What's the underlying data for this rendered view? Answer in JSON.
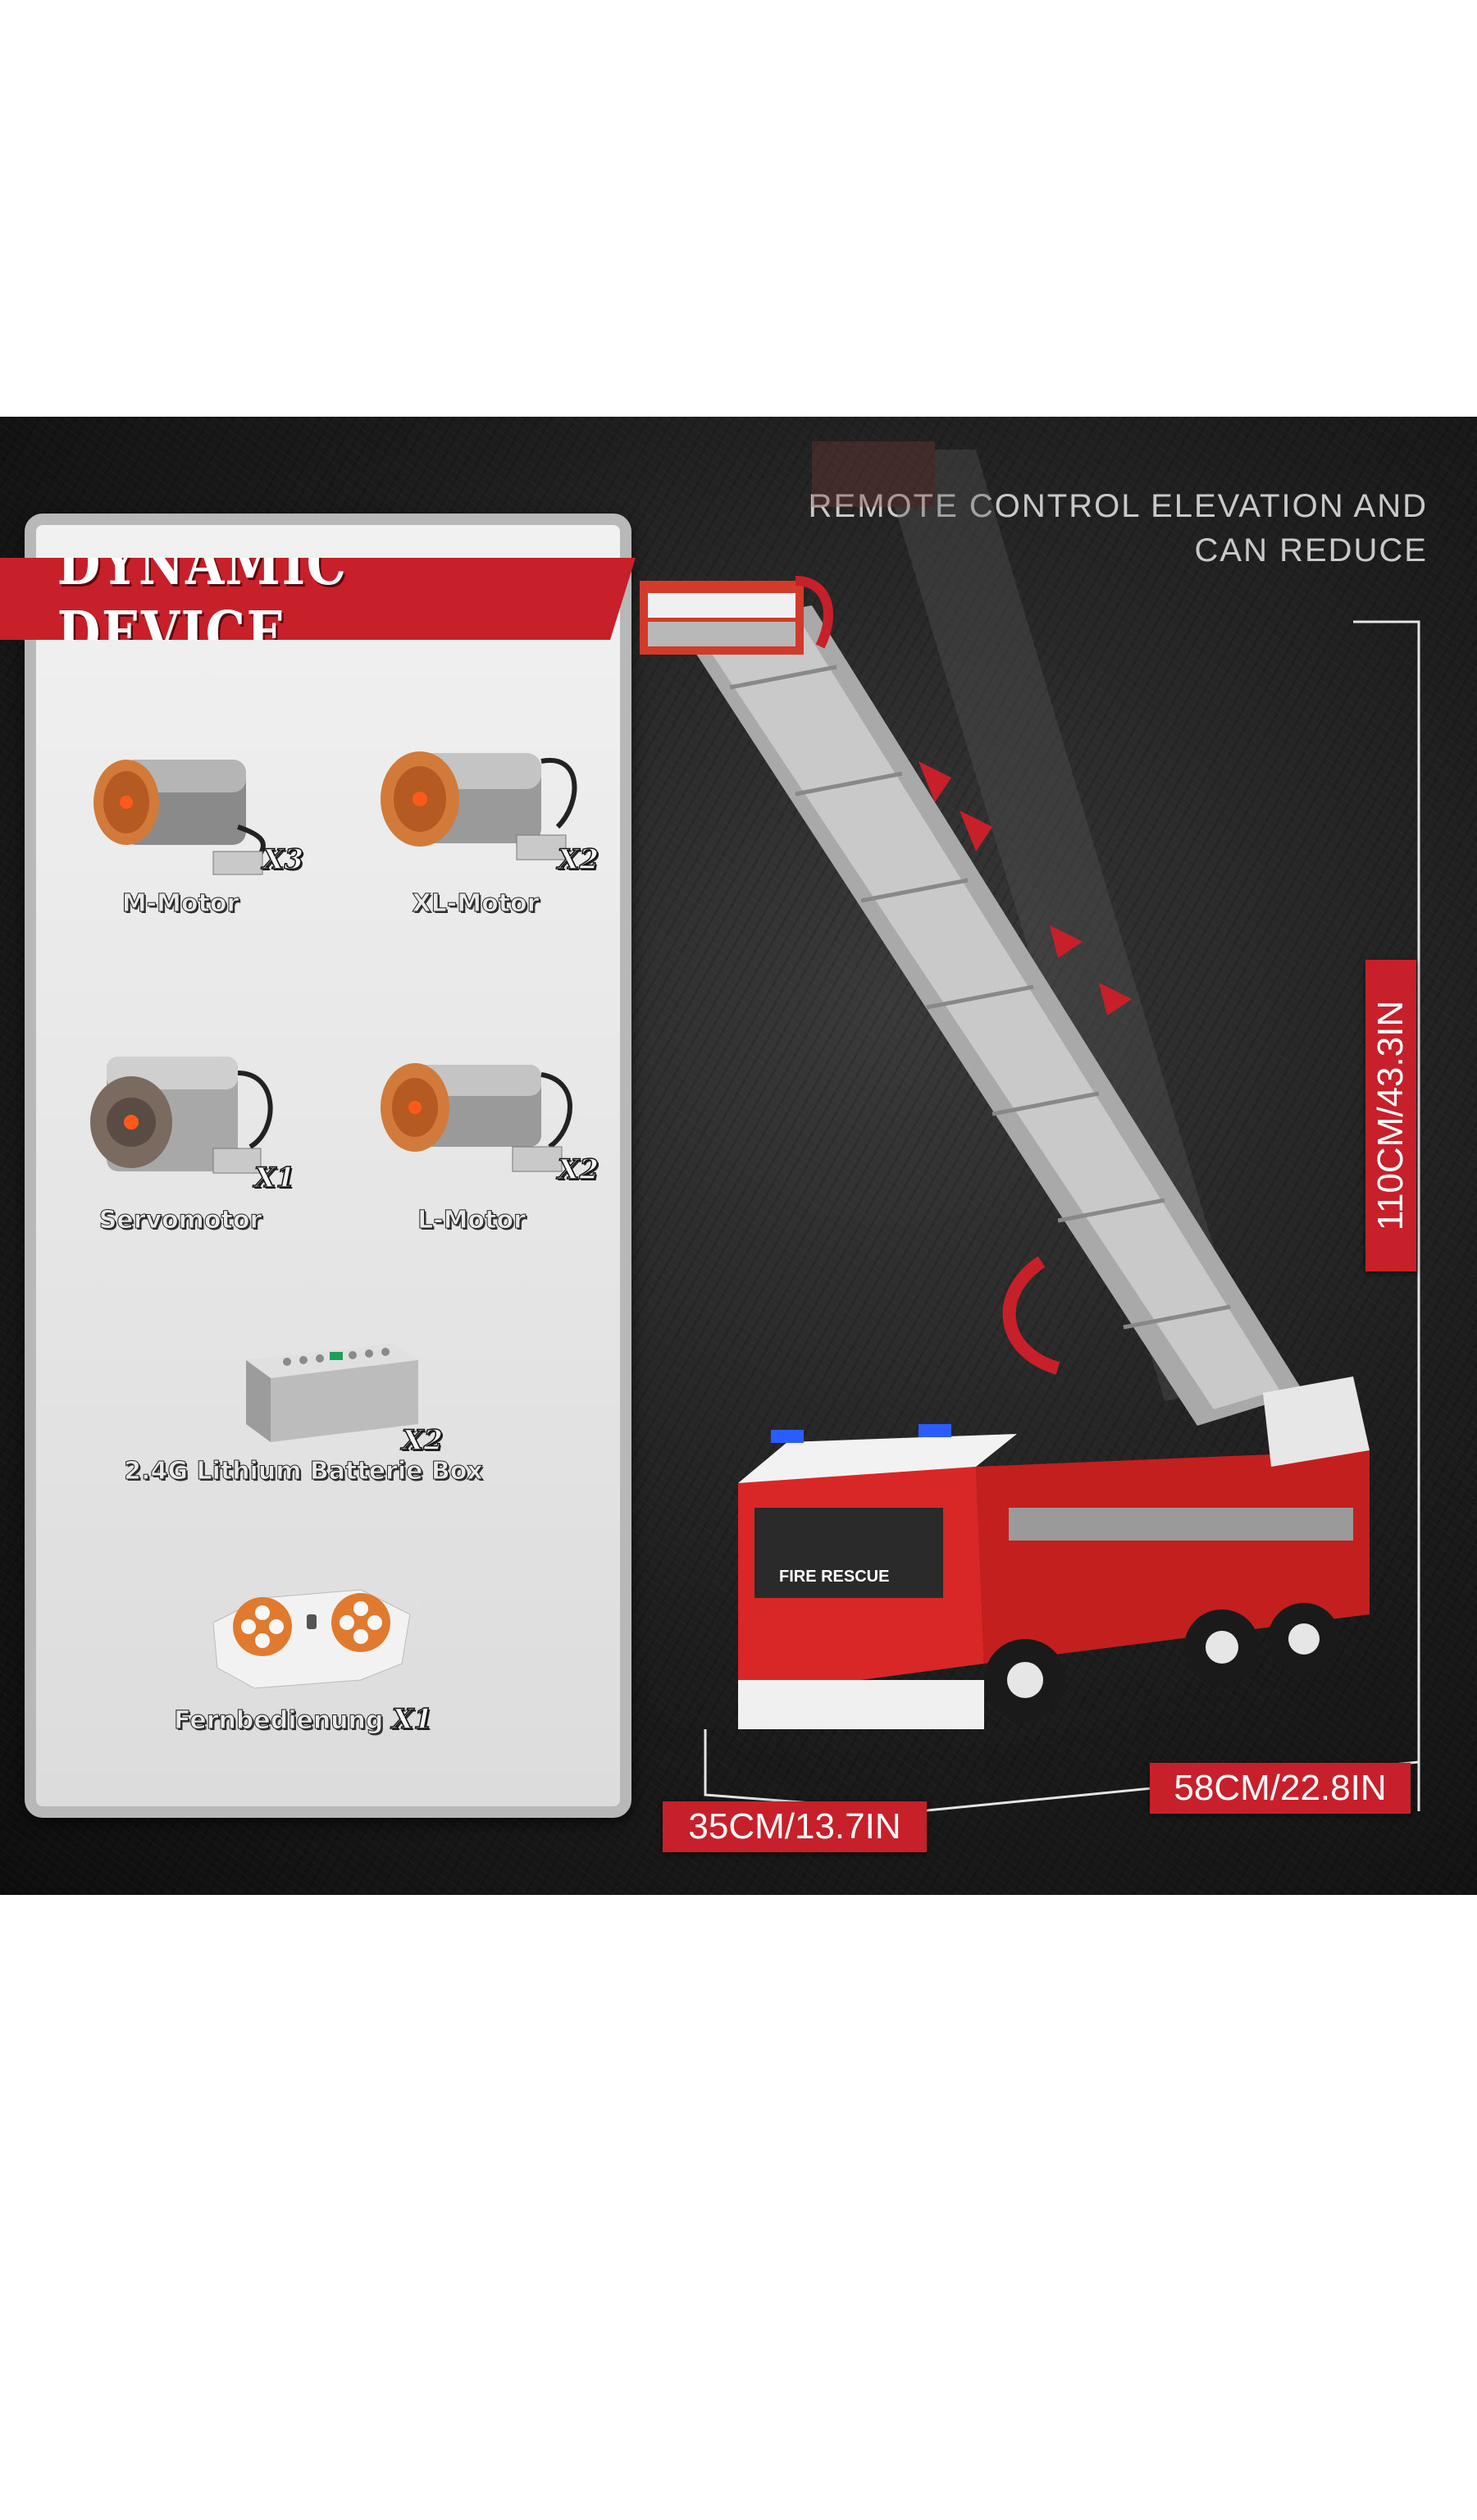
{
  "panel": {
    "title": "DYNAMIC DEVICE",
    "components": [
      {
        "name": "M-Motor",
        "qty": "X3",
        "icon": "m-motor-icon"
      },
      {
        "name": "XL-Motor",
        "qty": "X2",
        "icon": "xl-motor-icon"
      },
      {
        "name": "Servomotor",
        "qty": "X1",
        "icon": "servomotor-icon"
      },
      {
        "name": "L-Motor",
        "qty": "X2",
        "icon": "l-motor-icon"
      },
      {
        "name": "2.4G Lithium Batterie Box",
        "qty": "X2",
        "icon": "battery-box-icon"
      },
      {
        "name": "Fernbedienung",
        "qty": "X1",
        "icon": "remote-control-icon"
      }
    ]
  },
  "headline": {
    "line1": "REMOTE CONTROL ELEVATION AND",
    "line2": "CAN REDUCE"
  },
  "dimensions": {
    "height": "110CM/43.3IN",
    "width": "35CM/13.7IN",
    "length": "58CM/22.8IN"
  },
  "truck": {
    "side_text": "FIRE RESCUE"
  },
  "colors": {
    "accent_red": "#c8202a",
    "background": "#1c1c1c",
    "panel": "#e6e6e6"
  }
}
